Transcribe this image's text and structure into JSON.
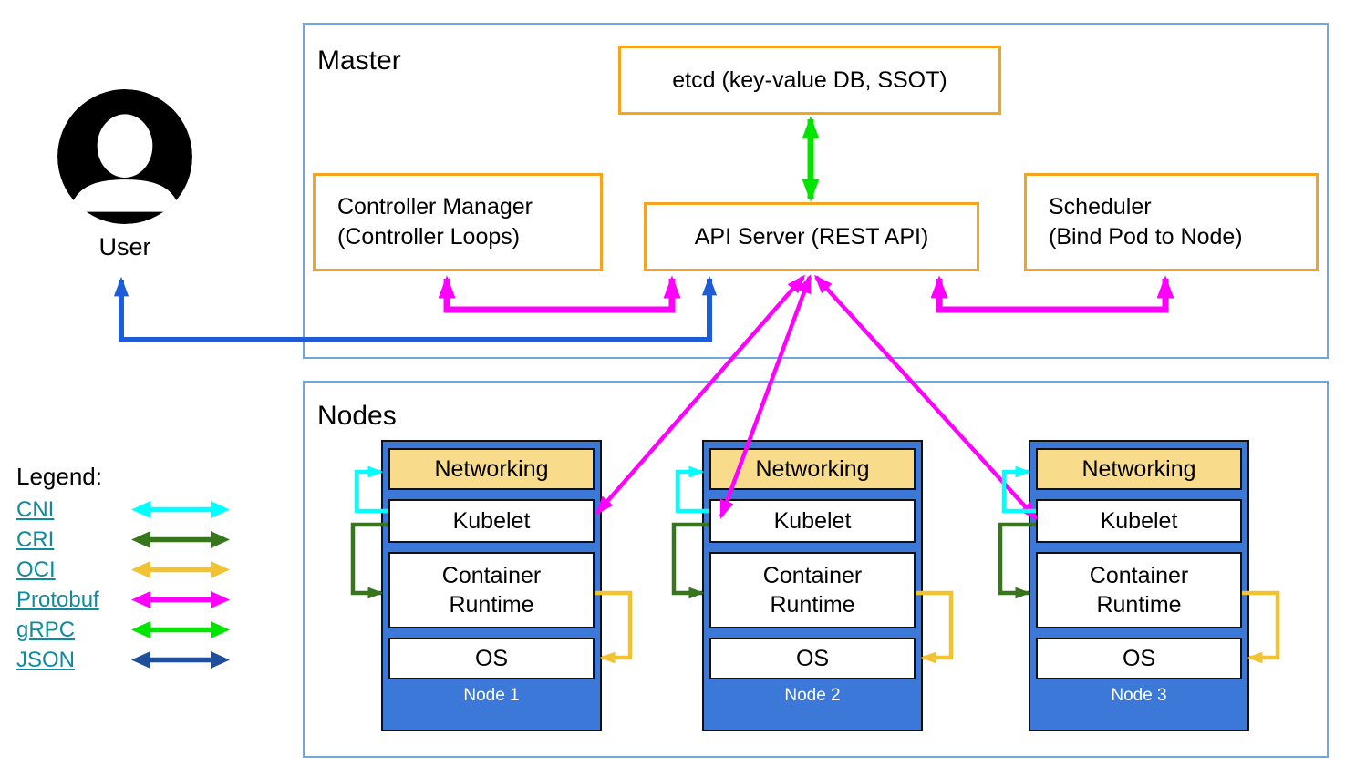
{
  "colors": {
    "frame": "#6fa8dc",
    "component_border": "#f6a41f",
    "node_fill": "#3c78d8",
    "networking_fill": "#f8dc8b",
    "cni": "#00ffff",
    "cri": "#38761d",
    "oci": "#f1c232",
    "protobuf": "#ff00ff",
    "grpc": "#00e400",
    "json": "#1f4e9a",
    "user_arrow": "#1d5cd6"
  },
  "user": {
    "label": "User"
  },
  "master": {
    "title": "Master",
    "etcd": "etcd (key-value DB, SSOT)",
    "controller_manager_line1": "Controller Manager",
    "controller_manager_line2": "(Controller Loops)",
    "api_server": "API Server (REST API)",
    "scheduler_line1": "Scheduler",
    "scheduler_line2": "(Bind Pod to Node)"
  },
  "nodes_section": {
    "title": "Nodes",
    "layers": {
      "networking": "Networking",
      "kubelet": "Kubelet",
      "container_runtime_line1": "Container",
      "container_runtime_line2": "Runtime",
      "os": "OS"
    },
    "nodes": [
      {
        "name": "Node 1"
      },
      {
        "name": "Node 2"
      },
      {
        "name": "Node 3"
      }
    ]
  },
  "legend": {
    "title": "Legend:",
    "items": [
      {
        "label": "CNI",
        "color": "#00ffff"
      },
      {
        "label": "CRI",
        "color": "#38761d"
      },
      {
        "label": "OCI",
        "color": "#f1c232"
      },
      {
        "label": "Protobuf",
        "color": "#ff00ff"
      },
      {
        "label": "gRPC",
        "color": "#00e400"
      },
      {
        "label": "JSON",
        "color": "#1f4e9a"
      }
    ]
  }
}
